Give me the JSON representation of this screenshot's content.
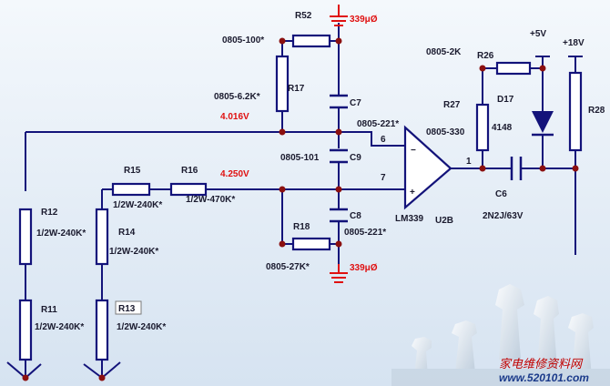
{
  "resistors": {
    "r52": {
      "ref": "R52",
      "value": "0805-100*"
    },
    "r17": {
      "ref": "R17",
      "value": "0805-6.2K*"
    },
    "r15": {
      "ref": "R15",
      "value": "1/2W-240K*"
    },
    "r16": {
      "ref": "R16",
      "value": "1/2W-470K*"
    },
    "r18": {
      "ref": "R18",
      "value": "0805-27K*"
    },
    "r12": {
      "ref": "R12",
      "value": "1/2W-240K*"
    },
    "r14": {
      "ref": "R14",
      "value": "1/2W-240K*"
    },
    "r11": {
      "ref": "R11",
      "value": "1/2W-240K*"
    },
    "r13": {
      "ref": "R13",
      "value": "1/2W-240K*"
    },
    "r26": {
      "ref": "R26",
      "value": "0805-2K"
    },
    "r27": {
      "ref": "R27",
      "value": "0805-330"
    },
    "r28": {
      "ref": "R28",
      "value": ""
    }
  },
  "capacitors": {
    "c7": {
      "ref": "C7",
      "value": "0805-221*"
    },
    "c9": {
      "ref": "C9",
      "value": "0805-101"
    },
    "c8": {
      "ref": "C8",
      "value": "0805-221*"
    },
    "c6": {
      "ref": "C6",
      "value": "2N2J/63V"
    }
  },
  "diode": {
    "ref": "D17",
    "value": "4148"
  },
  "opamp": {
    "part": "LM339",
    "ref": "U2B",
    "pin_inverting": "6",
    "pin_noninverting": "7",
    "pin_output": "1",
    "minus_sign": "−",
    "plus_sign": "+"
  },
  "voltages": {
    "node_top": "4.016V",
    "node_mid": "4.250V"
  },
  "supplies": {
    "plus5": "+5V",
    "plus18": "+18V",
    "ground_top": "339μØ",
    "ground_bottom": "339μØ"
  },
  "watermark": {
    "cn": "家电维修资料网",
    "url": "www.520101.com"
  },
  "colors": {
    "wire": "#13137a",
    "label": "#1a1a2e",
    "voltage": "#e01010",
    "background": "#e8f0f8"
  }
}
